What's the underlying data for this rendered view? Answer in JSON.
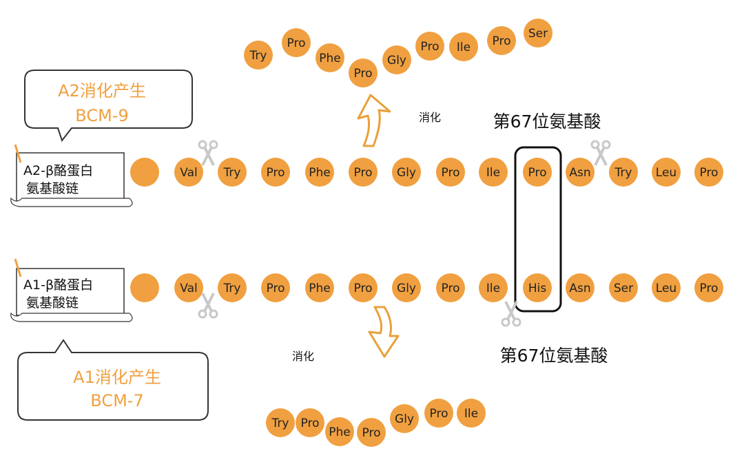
{
  "bubbles": {
    "a2": {
      "line1": "A2消化产生",
      "line2": "BCM-9"
    },
    "a1": {
      "line1": "A1消化产生",
      "line2": "BCM-7"
    }
  },
  "chain_labels": {
    "a2": {
      "line1": "A2-β酪蛋白",
      "line2": "氨基酸链"
    },
    "a1": {
      "line1": "A1-β酪蛋白",
      "line2": "氨基酸链"
    }
  },
  "digest_labels": {
    "top": "消化",
    "bottom": "消化"
  },
  "position_labels": {
    "top": "第67位氨基酸",
    "bottom": "第67位氨基酸"
  },
  "chains": {
    "a2": [
      "",
      "Val",
      "Try",
      "Pro",
      "Phe",
      "Pro",
      "Gly",
      "Pro",
      "Ile",
      "Pro",
      "Asn",
      "Try",
      "Leu",
      "Pro"
    ],
    "a1": [
      "",
      "Val",
      "Try",
      "Pro",
      "Phe",
      "Pro",
      "Gly",
      "Pro",
      "Ile",
      "His",
      "Asn",
      "Ser",
      "Leu",
      "Pro"
    ]
  },
  "fragments": {
    "bcm9": [
      "Try",
      "Pro",
      "Phe",
      "Pro",
      "Gly",
      "Pro",
      "Ile",
      "Pro",
      "Ser"
    ],
    "bcm7": [
      "Try",
      "Pro",
      "Phe",
      "Pro",
      "Gly",
      "Pro",
      "Ile"
    ]
  },
  "colors": {
    "bead": "#f0a040",
    "text": "#222222",
    "accent": "#f0a040",
    "scissors": "#c8c8c8"
  },
  "icons": {
    "scissors": "scissors-icon",
    "arrow_up": "arrow-up-icon",
    "arrow_down": "arrow-down-icon",
    "scroll": "scroll-icon"
  }
}
